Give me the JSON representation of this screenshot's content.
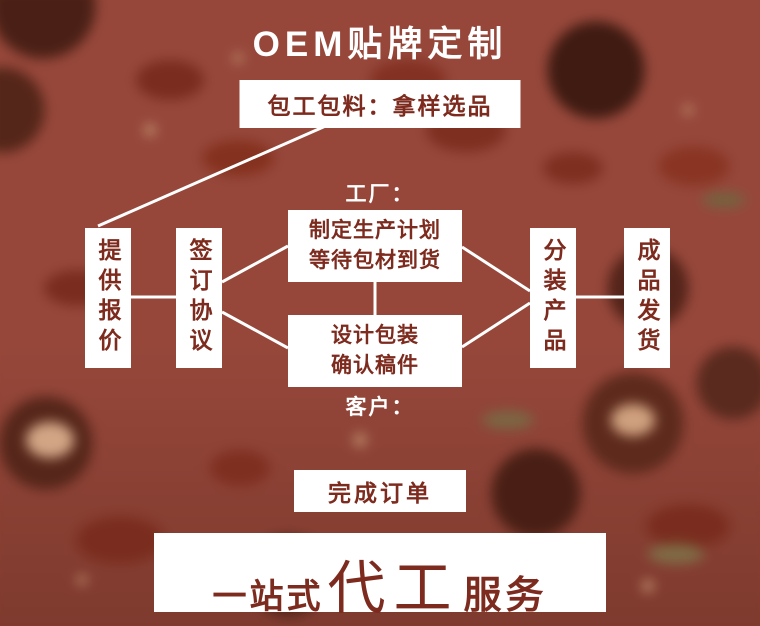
{
  "title": "OEM贴牌定制",
  "subtitle": "包工包料：拿样选品",
  "labels": {
    "factory": "工厂：",
    "customer": "客户："
  },
  "steps": {
    "quote": "提供报价",
    "sign": "签订协议",
    "plan1": "制定生产计划",
    "plan2": "等待包材到货",
    "design1": "设计包装",
    "design2": "确认稿件",
    "pack": "分装产品",
    "ship": "成品发货"
  },
  "complete_order": "完成订单",
  "footer": {
    "part1": "一站式",
    "part2": "代工",
    "part3": "服务"
  },
  "colors": {
    "background": "#96473a",
    "box_background": "#ffffff",
    "box_text": "#7d2b1e",
    "title_text": "#ffffff",
    "connector": "#ffffff"
  }
}
